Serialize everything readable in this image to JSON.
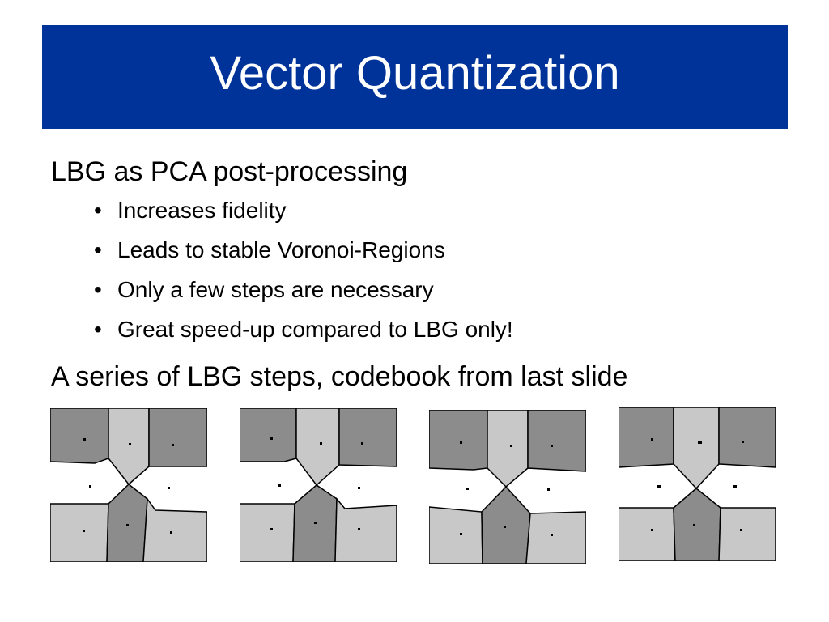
{
  "slide": {
    "title": "Vector Quantization",
    "heading1": "LBG as PCA post-processing",
    "bullets": [
      "Increases fidelity",
      "Leads to stable Voronoi-Regions",
      "Only a few steps are necessary",
      "Great speed-up compared to LBG only!"
    ],
    "heading2": "A series of LBG steps, codebook from last slide",
    "bullet_glyph": "•"
  },
  "colors": {
    "title_bg": "#003399",
    "title_text": "#ffffff",
    "region_dark": "#8c8c8c",
    "region_mid": "#c8c8c8",
    "region_light": "#ffffff"
  }
}
